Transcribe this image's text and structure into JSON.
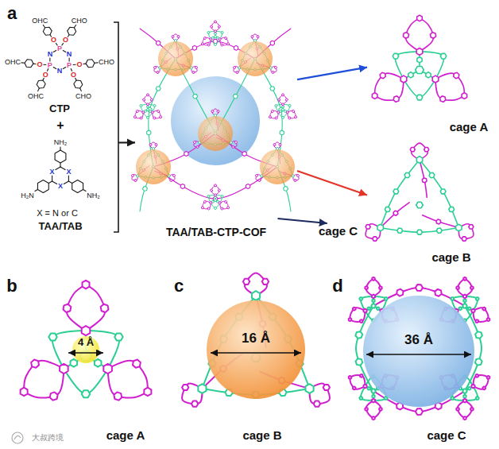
{
  "diagram": {
    "nodes": [
      {
        "text": [
          "CTP",
          "+",
          "X = N or C",
          "TAA/TAB"
        ]
      },
      {
        "text": [
          "TAA/TAB-CTP-COF"
        ]
      },
      {
        "text": [
          "cage A"
        ]
      },
      {
        "text": [
          "cage B"
        ]
      },
      {
        "text": [
          "cage C"
        ]
      },
      {
        "text": [
          "4 Å"
        ]
      },
      {
        "text": [
          "16 Å"
        ]
      },
      {
        "text": [
          "36 Å"
        ]
      }
    ],
    "edges": [
      {
        "from": 0,
        "to": 1,
        "arrow": "to"
      },
      {
        "from": 1,
        "to": 2,
        "arrow": "to"
      },
      {
        "from": 1,
        "to": 3,
        "arrow": "to"
      },
      {
        "from": 1,
        "to": 4,
        "arrow": "to"
      }
    ],
    "labels": [
      "a",
      "P",
      "N",
      "P",
      "N",
      "P",
      "N",
      "O",
      "OHC",
      "O",
      "CHO",
      "O",
      "CHO",
      "O",
      "CHO",
      "O",
      "OHC",
      "O",
      "OHC",
      "X",
      "X",
      "X",
      "NH₂",
      "NH₂",
      "H₂N",
      "b",
      "c",
      "d",
      "cage A",
      "cage B",
      "cage C",
      "大叔跨境"
    ]
  }
}
